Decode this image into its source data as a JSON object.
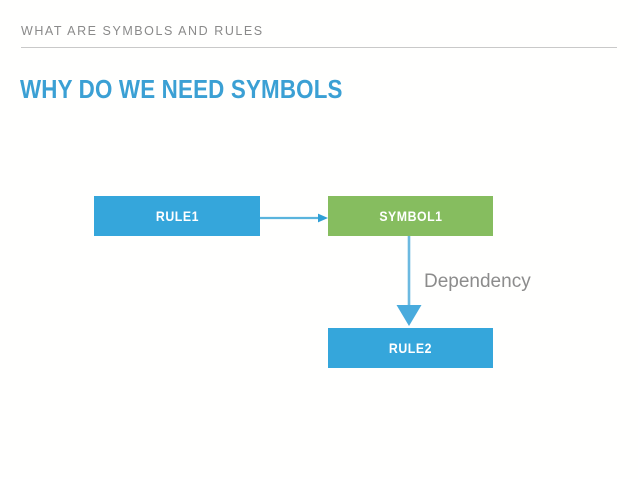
{
  "slide": {
    "eyebrow": "WHAT ARE SYMBOLS AND RULES",
    "title": "WHY DO WE NEED SYMBOLS"
  },
  "colors": {
    "title_blue": "#3ba0d4",
    "node_blue": "#35a6db",
    "node_green": "#86bd5f",
    "arrow_blue": "#5ab4dd",
    "eyebrow_gray": "#8a8a8a",
    "label_gray": "#8c8c8c",
    "rule_gray": "#c9c9c9",
    "background": "#ffffff"
  },
  "diagram": {
    "nodes": [
      {
        "id": "rule1",
        "label": "RULE1",
        "kind": "rule"
      },
      {
        "id": "symbol1",
        "label": "SYMBOL1",
        "kind": "symbol"
      },
      {
        "id": "rule2",
        "label": "RULE2",
        "kind": "rule"
      }
    ],
    "edges": [
      {
        "from": "rule1",
        "to": "symbol1",
        "label": "",
        "direction": "horizontal"
      },
      {
        "from": "symbol1",
        "to": "rule2",
        "label": "Dependency",
        "direction": "vertical"
      }
    ],
    "edge_labels": {
      "dependency": "Dependency"
    }
  }
}
